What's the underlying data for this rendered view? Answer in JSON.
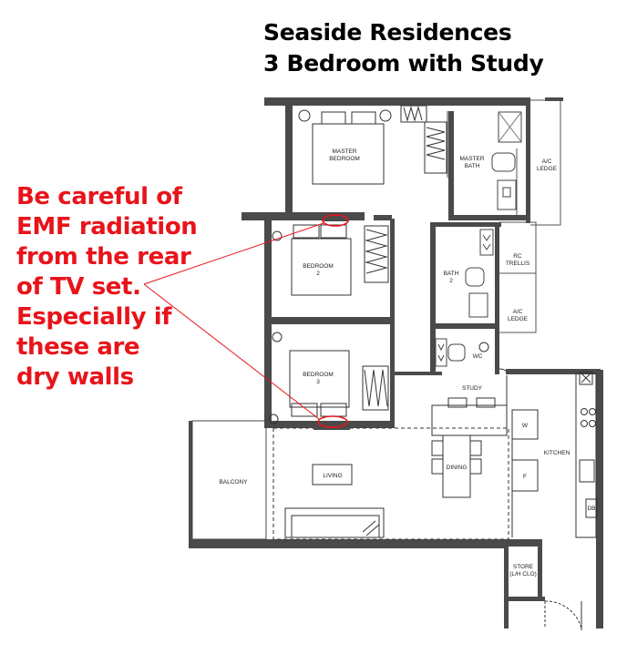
{
  "header": {
    "line1": "Seaside Residences",
    "line2": "3 Bedroom with Study"
  },
  "warning": {
    "lines": [
      "Be careful of",
      "EMF radiation",
      "from the rear",
      "of TV set.",
      "Especially if",
      "these are",
      "dry walls"
    ],
    "color": "#e8141b"
  },
  "rooms": {
    "master_bedroom": [
      "MASTER",
      "BEDROOM"
    ],
    "master_bath": [
      "MASTER",
      "BATH"
    ],
    "ac_ledge_top": [
      "A/C",
      "LEDGE"
    ],
    "bedroom2": [
      "BEDROOM",
      "2"
    ],
    "bath2": [
      "BATH",
      "2"
    ],
    "rc_trellis": [
      "RC",
      "TRELLIS"
    ],
    "ac_ledge_mid": [
      "A/C",
      "LEDGE"
    ],
    "bedroom3": [
      "BEDROOM",
      "3"
    ],
    "wc": "WC",
    "study": "STUDY",
    "balcony": "BALCONY",
    "living": "LIVING",
    "dining": "DINING",
    "kitchen": "KITCHEN",
    "washer": "W",
    "fridge": "F",
    "db": "DB",
    "store": [
      "STORE",
      "(L/H CLO)"
    ]
  },
  "colors": {
    "wall": "#4a4a4a",
    "line": "#333333",
    "highlight": "#e8141b"
  }
}
